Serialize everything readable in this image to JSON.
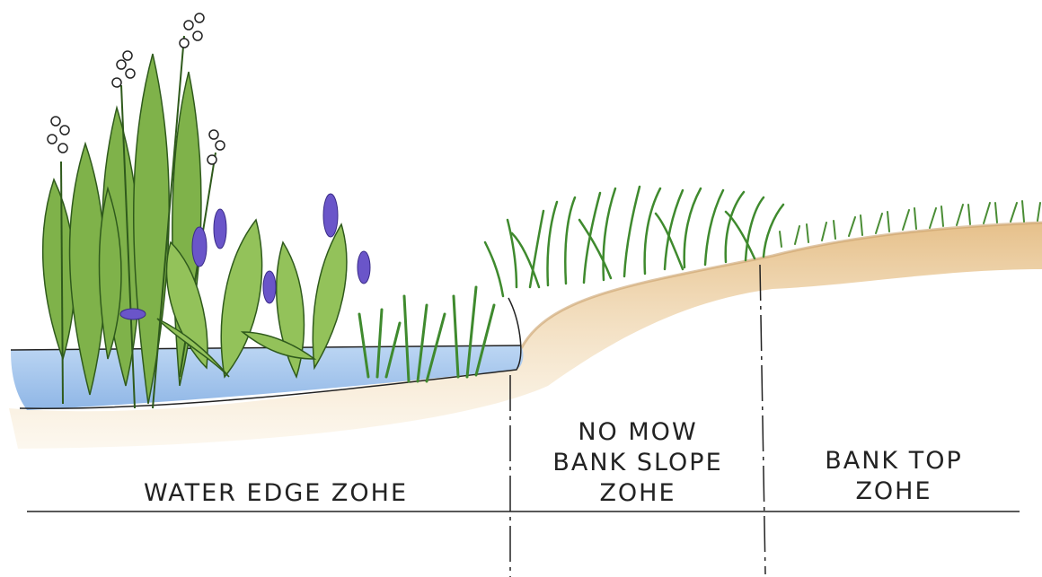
{
  "diagram": {
    "zones": [
      {
        "id": "water-edge",
        "lines": [
          "WATER EDGE ZOHE"
        ]
      },
      {
        "id": "no-mow",
        "lines": [
          "NO MOW",
          "BANK SLOPE",
          "ZOHE"
        ]
      },
      {
        "id": "bank-top",
        "lines": [
          "BANK TOP",
          "ZOHE"
        ]
      }
    ]
  },
  "colors": {
    "water": "#a9c9ee",
    "soil": "#eccfa0",
    "grass": "#3f8a2e",
    "leaf": "#7fb24a",
    "flower": "#6a55c9",
    "ink": "#222222"
  }
}
